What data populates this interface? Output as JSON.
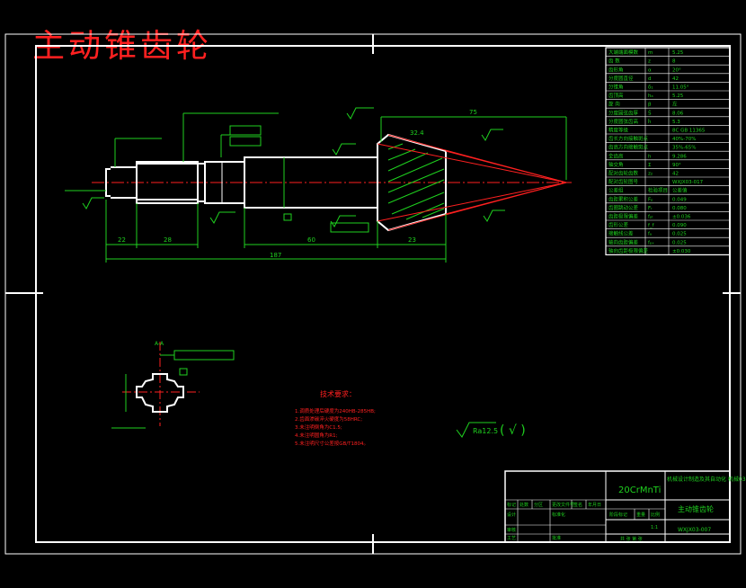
{
  "drawing": {
    "title": "主动锥齿轮",
    "material": "20CrMnTi",
    "part_name": "主动锥齿轮",
    "drawing_no": "WXJX03-007",
    "school": "机械设计制造及其自动化 机械03-1班",
    "roughness_symbol": "Ra12.5",
    "roughness_paren": "( √ )"
  },
  "gear_table": {
    "rows": [
      {
        "name": "大端端面模数",
        "sym": "m",
        "val": "5.25"
      },
      {
        "name": "齿 数",
        "sym": "z",
        "val": "8"
      },
      {
        "name": "齿形角",
        "sym": "α",
        "val": "20°"
      },
      {
        "name": "分度圆直径",
        "sym": "d",
        "val": "42"
      },
      {
        "name": "分锥角",
        "sym": "δ₁",
        "val": "11.05°"
      },
      {
        "name": "齿顶高",
        "sym": "hₐ",
        "val": "5.25"
      },
      {
        "name": "旋 向",
        "sym": "β",
        "val": "左"
      },
      {
        "name": "分度圆弦齿厚",
        "sym": "S̄",
        "val": "8.06"
      },
      {
        "name": "分度圆弦齿高",
        "sym": "h̄",
        "val": "5.3"
      },
      {
        "name": "精度等级",
        "sym": "",
        "val": "8C GB 11365"
      },
      {
        "name": "齿长方向接触斑点",
        "sym": "",
        "val": "40%-70%"
      },
      {
        "name": "齿高方向接触斑点",
        "sym": "",
        "val": "35%-65%"
      },
      {
        "name": "全齿高",
        "sym": "h",
        "val": "9.286"
      },
      {
        "name": "轴交角",
        "sym": "Σ",
        "val": "90°"
      },
      {
        "name": "配对齿轮齿数",
        "sym": "z₂",
        "val": "42"
      },
      {
        "name": "配对齿轮图号",
        "sym": "",
        "val": "WXJX03-017"
      },
      {
        "name": "公差组",
        "sym": "检验项目",
        "val": "公差值"
      },
      {
        "name": "齿距累积公差",
        "sym": "Fₚ",
        "val": "0.049"
      },
      {
        "name": "齿圈跳动公差",
        "sym": "Fᵣ",
        "val": "0.080"
      },
      {
        "name": "齿距极限偏差",
        "sym": "fₚₜ",
        "val": "±0.036"
      },
      {
        "name": "齿形公差",
        "sym": "f_f",
        "val": "0.090"
      },
      {
        "name": "接触线公差",
        "sym": "fₐ",
        "val": "0.025"
      },
      {
        "name": "轴向齿距偏差",
        "sym": "fₚₓ",
        "val": "0.025"
      },
      {
        "name": "轴向齿距极限偏差",
        "sym": "",
        "val": "±0.030"
      }
    ]
  },
  "tech_req": {
    "heading": "技术要求：",
    "items": [
      "1.调质处理后硬度为240HB-285HB;",
      "2.齿面渗碳淬火硬度为58HRC;",
      "3.未注明倒角为C1.5;",
      "4.未注明圆角为R1;",
      "5.未注明尺寸公差按GB/T1804。"
    ]
  },
  "dims": {
    "d_75": "75",
    "d_22": "22",
    "d_28": "28",
    "d_60": "60",
    "d_23": "23",
    "d_187": "187",
    "d_32": "32.4"
  },
  "title_block": {
    "labels": [
      "标记",
      "处数",
      "分区",
      "更改文件号",
      "签名",
      "年月日"
    ],
    "labels2": [
      "设计",
      "标准化",
      "审核",
      "工艺",
      "批准"
    ],
    "labels3": [
      "阶段标记",
      "重量",
      "比例"
    ],
    "scale": "1:1",
    "sheet": "共  张  第  张"
  }
}
